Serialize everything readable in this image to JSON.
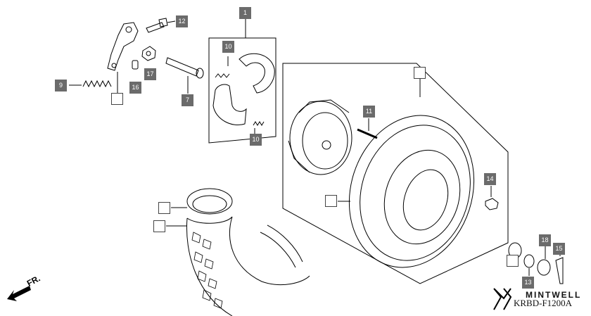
{
  "callouts": {
    "c1": "1",
    "c7": "7",
    "c9": "9",
    "c10a": "10",
    "c10b": "10",
    "c11": "11",
    "c12": "12",
    "c13": "13",
    "c14": "14",
    "c15": "15",
    "c16": "16",
    "c17": "17",
    "c18": "18"
  },
  "direction_label": "FR.",
  "brand": "MINTWELL",
  "part_code": "KRBD-F1200A"
}
